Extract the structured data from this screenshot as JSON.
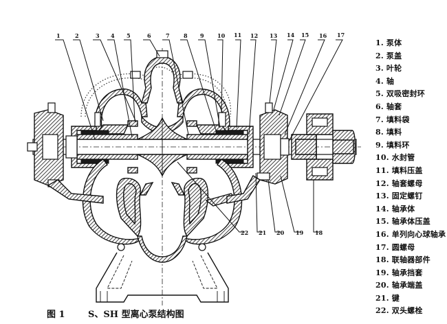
{
  "figure": {
    "number_label": "图 1",
    "title": "S、SH 型离心泵结构图"
  },
  "callouts_top": [
    "1",
    "2",
    "3",
    "4",
    "5",
    "6",
    "7",
    "8",
    "9",
    "10",
    "11",
    "12",
    "13",
    "14",
    "15",
    "16",
    "17"
  ],
  "callouts_bottom": [
    "22",
    "21",
    "20",
    "19",
    "18"
  ],
  "legend": [
    {
      "num": "1.",
      "name": "泵体"
    },
    {
      "num": "2.",
      "name": "泵盖"
    },
    {
      "num": "3.",
      "name": "叶轮"
    },
    {
      "num": "4.",
      "name": "轴"
    },
    {
      "num": "5.",
      "name": "双吸密封环"
    },
    {
      "num": "6.",
      "name": "轴套"
    },
    {
      "num": "7.",
      "name": "填料袋"
    },
    {
      "num": "8.",
      "name": "填料"
    },
    {
      "num": "9.",
      "name": "填料环"
    },
    {
      "num": "10.",
      "name": "水封管"
    },
    {
      "num": "11.",
      "name": "填料压盖"
    },
    {
      "num": "12.",
      "name": "轴套螺母"
    },
    {
      "num": "13.",
      "name": "固定螺钉"
    },
    {
      "num": "14.",
      "name": "轴承体"
    },
    {
      "num": "15.",
      "name": "轴承体压盖"
    },
    {
      "num": "16.",
      "name": "单列向心球轴承"
    },
    {
      "num": "17.",
      "name": "圆螺母"
    },
    {
      "num": "18.",
      "name": "联轴器部件"
    },
    {
      "num": "19.",
      "name": "轴承挡套"
    },
    {
      "num": "20.",
      "name": "轴承端盖"
    },
    {
      "num": "21.",
      "name": "键"
    },
    {
      "num": "22.",
      "name": "双头螺栓"
    }
  ]
}
